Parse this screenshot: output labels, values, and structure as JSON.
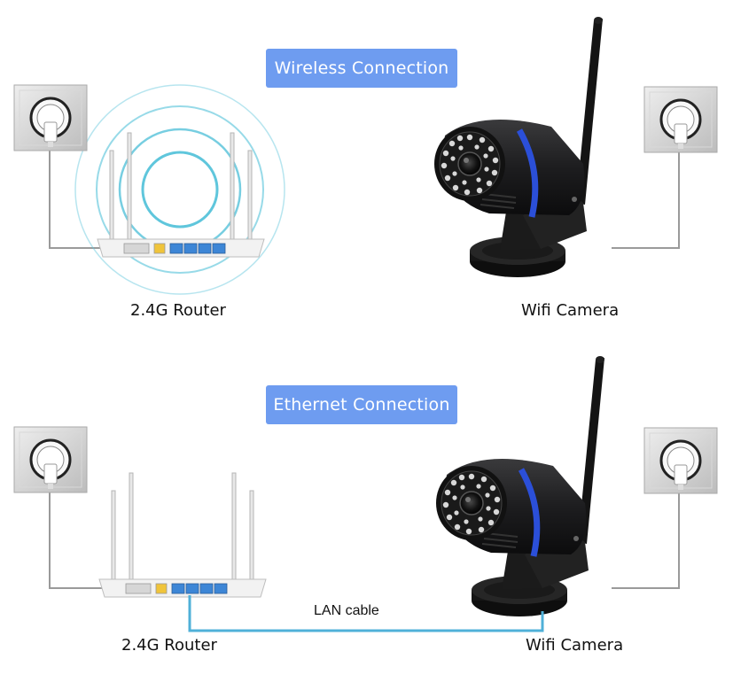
{
  "wireless": {
    "badge": "Wireless Connection",
    "router_caption": "2.4G Router",
    "camera_caption": "Wifi Camera"
  },
  "ethernet": {
    "badge": "Ethernet Connection",
    "router_caption": "2.4G Router",
    "camera_caption": "Wifi Camera",
    "cable_label": "LAN cable"
  },
  "colors": {
    "badge": "#6e9cf0",
    "signal": "#5fc6dc",
    "lan_cable": "#4fb0d8",
    "camera_body": "#1d1d1f",
    "camera_ring": "#2b4fd8",
    "power_cord": "#9a9a9a"
  }
}
